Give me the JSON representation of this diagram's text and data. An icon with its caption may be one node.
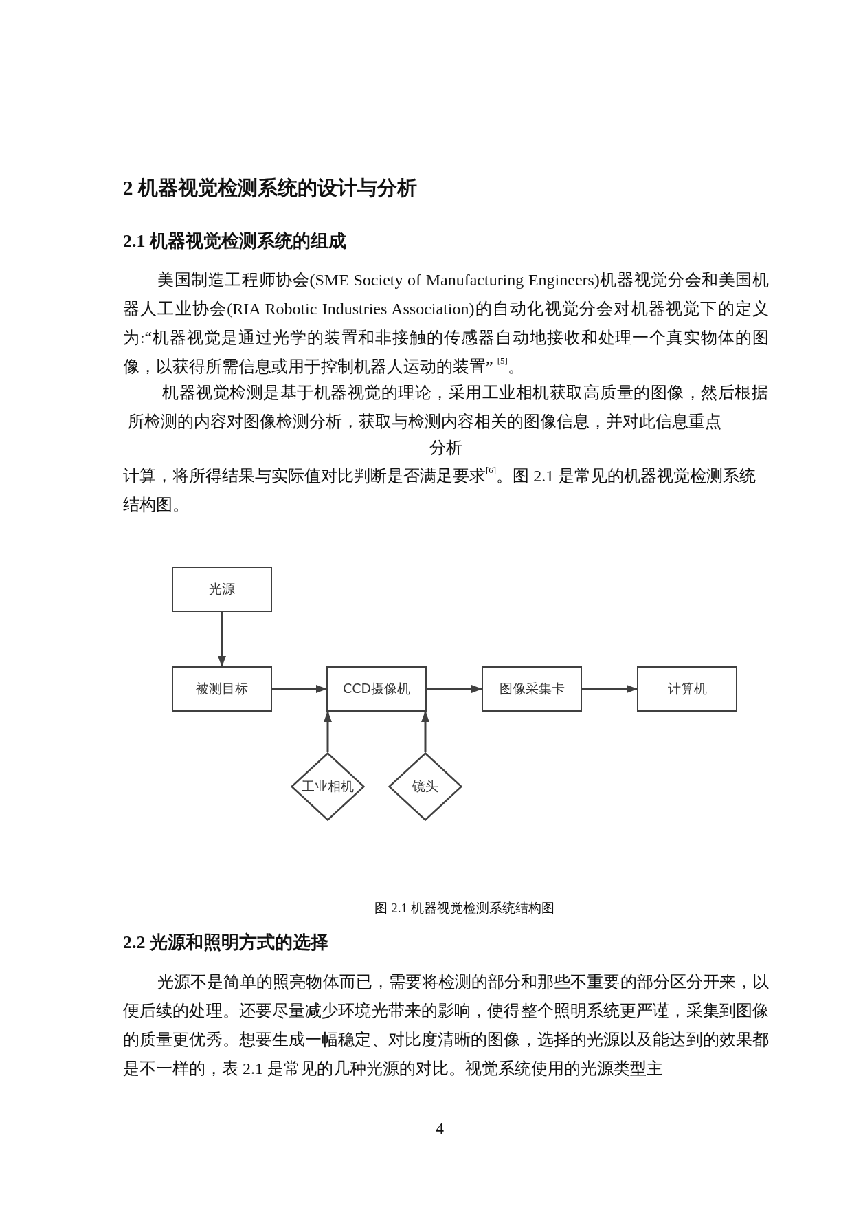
{
  "diagram": {
    "caption": "图 2.1 机器视觉检测系统结构图",
    "nodes": [
      {
        "text": [
          "光源"
        ]
      },
      {
        "text": [
          "被测目标"
        ]
      },
      {
        "text": [
          "CCD摄像机"
        ]
      },
      {
        "text": [
          "图像采集卡"
        ]
      },
      {
        "text": [
          "计算机"
        ]
      },
      {
        "text": [
          "工业相机"
        ]
      },
      {
        "text": [
          "镜头"
        ]
      }
    ],
    "edges": [
      {
        "from": 0,
        "to": 1,
        "arrow": "to"
      },
      {
        "from": 1,
        "to": 2,
        "arrow": "to"
      },
      {
        "from": 2,
        "to": 3,
        "arrow": "to"
      },
      {
        "from": 3,
        "to": 4,
        "arrow": "to"
      },
      {
        "from": 5,
        "to": 2,
        "arrow": "to"
      },
      {
        "from": 6,
        "to": 2,
        "arrow": "to"
      }
    ],
    "labels": [
      "2 机器视觉检测系统的设计与分析",
      "2.1 机器视觉检测系统的组成",
      "美国制造工程师协会(SME Society of Manufacturing Engineers)机器视觉分会和美国机器人工业协会(RIA Robotic Industries Association)的自动化视觉分会对机器视觉下的定义为:“机器视觉是通过光学的装置和非接触的传感器自动地接收和处理一个真实物体的图像，以获得所需信息或用于控制机器人运动的装置” $^{[5]}$。",
      "机器视觉检测是基于机器视觉的理论，采用工业相机获取高质量的图像，然后根据所检测的内容对图像检测分析，获取与检测内容相关的图像信息，并对此信息重点",
      "分析",
      "计算，将所得结果与实际值对比判断是否满足要求$^{[6]}$。图 2.1 是常见的机器视觉检测系统结构图。",
      "2.2 光源和照明方式的选择",
      "光源不是简单的照亮物体而已，需要将检测的部分和那些不重要的部分区分开来，以便后续的处理。还要尽量减少环境光带来的影响，使得整个照明系统更严谨，采集到图像的质量更优秀。想要生成一幅稳定、对比度清晰的图像，选择的光源以及能达到的效果都是不一样的，表 2.1 是常见的几种光源的对比。视觉系统使用的光源类型主",
      "4"
    ]
  }
}
